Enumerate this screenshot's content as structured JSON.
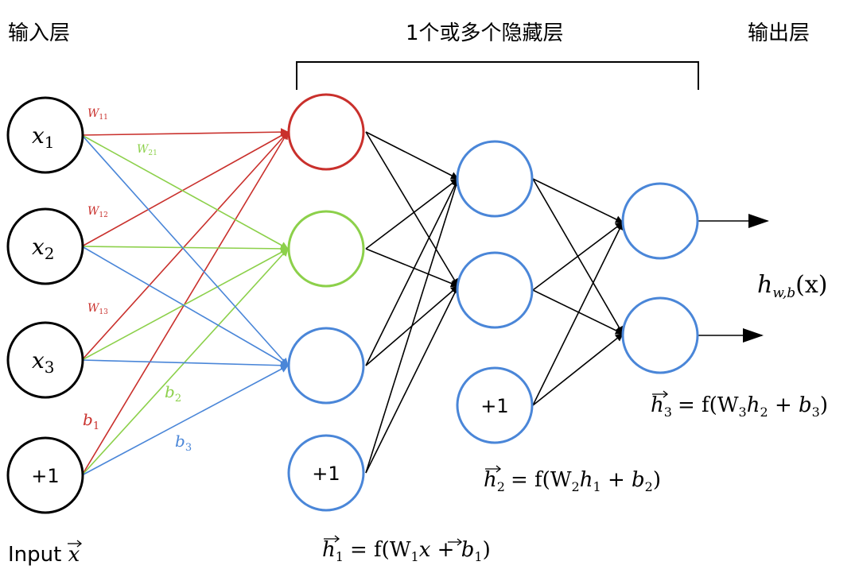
{
  "colors": {
    "red": "#c9302c",
    "green": "#8cd04a",
    "blue": "#4a86d8",
    "black": "#000000"
  },
  "headers": {
    "input": "输入层",
    "hidden": "1个或多个隐藏层",
    "output": "输出层"
  },
  "input_layer": {
    "x1": "1",
    "x2": "2",
    "x3": "3",
    "bias": "+1"
  },
  "bias_labels": {
    "hidden1": "+1",
    "hidden2": "+1"
  },
  "weights": {
    "w11": "11",
    "w21": "21",
    "w12": "12",
    "w13": "13"
  },
  "biases": {
    "b1": "1",
    "b2": "2",
    "b3": "3"
  },
  "output_label": {
    "sub": "w,b",
    "arg": "(x)"
  },
  "equations": {
    "h3": "= f(W",
    "h2": "= f(W",
    "h1": "= f(W",
    "plus": "+",
    "close": ")"
  },
  "footer": {
    "input_label": "Input"
  }
}
